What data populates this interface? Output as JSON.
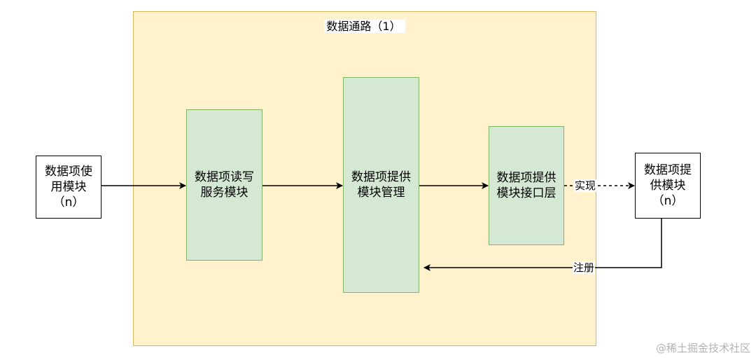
{
  "container": {
    "title": "数据通路（1）",
    "fill": "#fff2cc",
    "stroke": "#d6b656"
  },
  "nodes": {
    "consumer": "数据项使\n用模块\n（n）",
    "read_write_service": "数据项读写\n服务模块",
    "provider_manager": "数据项提供\n模块管理",
    "provider_interface": "数据项提供\n模块接口层",
    "provider": "数据项提\n供模块\n（n）"
  },
  "edges": {
    "implements_label": "实现",
    "register_label": "注册"
  },
  "colors": {
    "green_fill": "#d5e8d4",
    "green_stroke": "#82b366"
  },
  "watermark": "@稀土掘金技术社区"
}
